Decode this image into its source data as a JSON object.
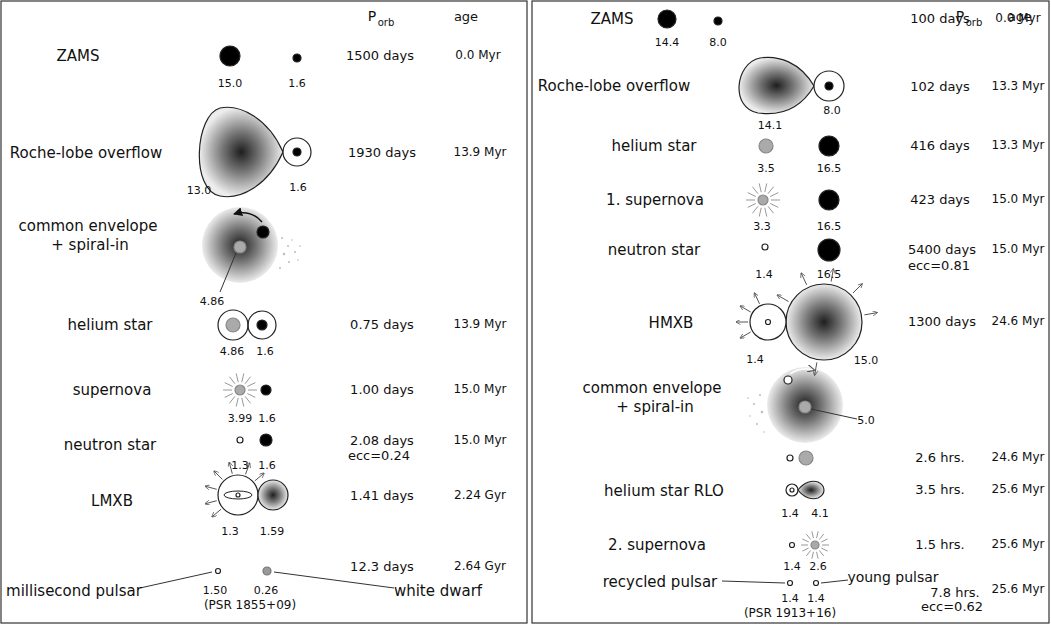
{
  "diagram": {
    "labels": [
      "P",
      "orb",
      "age",
      "ZAMS",
      "15.0",
      "1.6",
      "1500 days",
      "0.0 Myr",
      "Roche-lobe overflow",
      "13.0",
      "1.6",
      "1930 days",
      "13.9 Myr",
      "common envelope",
      "+ spiral-in",
      "4.86",
      "helium star",
      "4.86",
      "1.6",
      "0.75 days",
      "13.9 Myr",
      "supernova",
      "3.99",
      "1.6",
      "1.00 days",
      "15.0 Myr",
      "neutron star",
      "1.3",
      "1.6",
      "2.08 days",
      "ecc=0.24",
      "15.0 Myr",
      "LMXB",
      "1.3",
      "1.59",
      "1.41 days",
      "2.24 Gyr",
      "12.3 days",
      "2.64 Gyr",
      "millisecond pulsar",
      "1.50",
      "0.26",
      "white dwarf",
      "(PSR 1855+09)",
      "ZAMS",
      "14.4",
      "8.0",
      "P",
      "orb",
      "age",
      "100 days",
      "0.0 Myr",
      "Roche-lobe overflow",
      "14.1",
      "8.0",
      "102 days",
      "13.3 Myr",
      "helium star",
      "3.5",
      "16.5",
      "416 days",
      "13.3 Myr",
      "1. supernova",
      "3.3",
      "16.5",
      "423 days",
      "15.0 Myr",
      "neutron star",
      "1.4",
      "16.5",
      "5400 days",
      "ecc=0.81",
      "15.0 Myr",
      "HMXB",
      "1.4",
      "15.0",
      "1300 days",
      "24.6 Myr",
      "common envelope",
      "+ spiral-in",
      "5.0",
      "2.6 hrs.",
      "24.6 Myr",
      "helium star RLO",
      "1.4",
      "4.1",
      "3.5 hrs.",
      "25.6 Myr",
      "2. supernova",
      "1.4",
      "2.6",
      "1.5 hrs.",
      "25.6 Myr",
      "recycled pulsar",
      "young pulsar",
      "1.4",
      "1.4",
      "(PSR 1913+16)",
      "7.8 hrs.",
      "ecc=0.62",
      "25.6 Myr"
    ]
  }
}
